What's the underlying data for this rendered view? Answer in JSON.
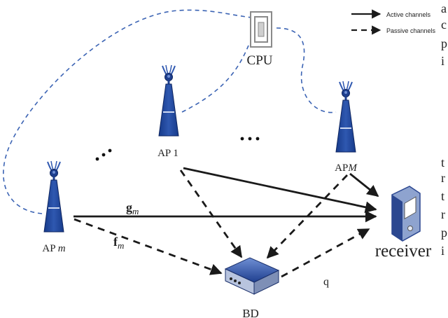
{
  "legend": {
    "active": "Active channels",
    "passive": "Passive channels"
  },
  "nodes": {
    "cpu": "CPU",
    "ap1": "AP 1",
    "apM_prefix": "AP",
    "apM_var": "M",
    "apm_prefix": "AP",
    "apm_var": "m",
    "receiver": "receiver",
    "bd": "BD",
    "dots": "..."
  },
  "channels": {
    "g_sym": "g",
    "g_sub": "m",
    "f_sym": "f",
    "f_sub": "m",
    "q": "q"
  },
  "right_edge_text": [
    "a",
    "c",
    "p",
    "i",
    "t",
    "r",
    "t",
    "r",
    "p",
    "i"
  ],
  "colors": {
    "tower": "#1e3f8f",
    "tower_light": "#5b7ec6",
    "fronthaul": "#3c64b4",
    "arrow": "#1a1a1a"
  }
}
